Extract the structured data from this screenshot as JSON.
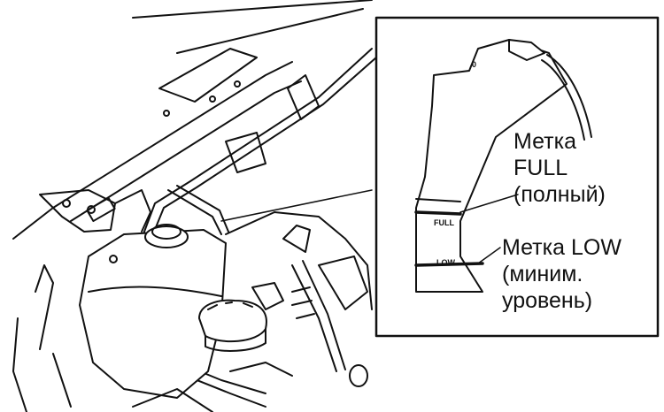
{
  "callouts": {
    "full": {
      "line1": "Метка",
      "line2": "FULL",
      "line3": "(полный)"
    },
    "low": {
      "line1": "Метка LOW",
      "line2": "(миним.",
      "line3": "уровень)"
    }
  },
  "tank_marks": {
    "full": "FULL",
    "low": "LOW",
    "cap": "0"
  },
  "colors": {
    "ink": "#111111",
    "paper": "#ffffff"
  }
}
